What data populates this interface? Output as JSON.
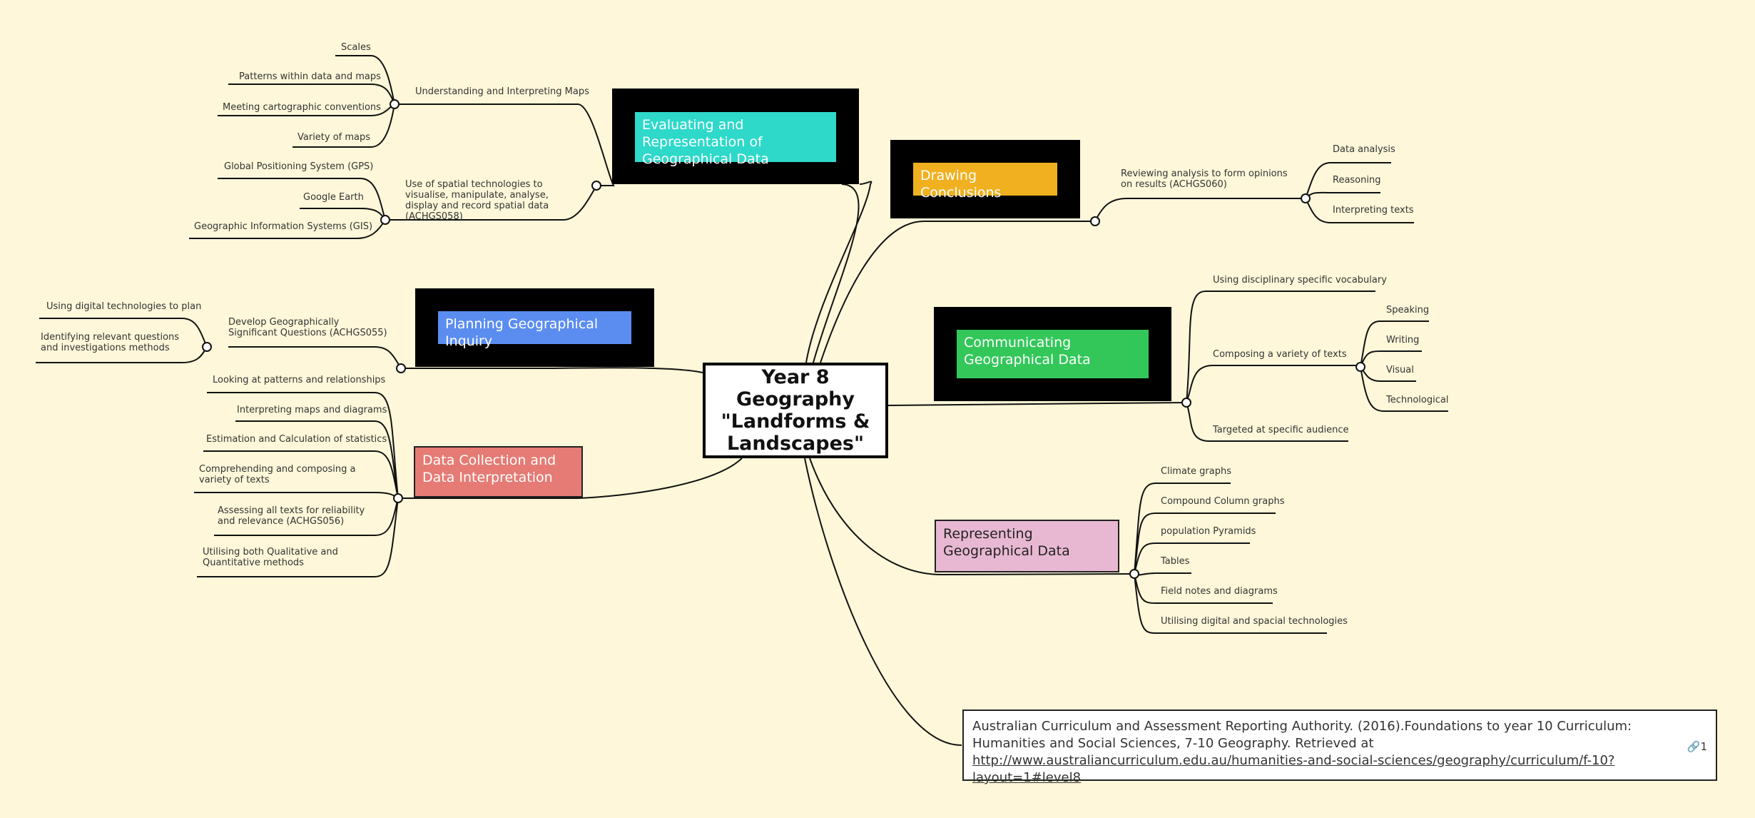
{
  "central": {
    "line1": "Year 8 Geography",
    "line2": "\"Landforms &",
    "line3": "Landscapes\""
  },
  "branches": {
    "evaluating": {
      "title": "Evaluating and Representation of Geographical Data",
      "color": "#2ed9c9",
      "subs": [
        {
          "label": "Understanding and Interpreting Maps",
          "items": [
            "Scales",
            "Patterns within data and maps",
            "Meeting cartographic conventions",
            "Variety of maps"
          ]
        },
        {
          "label": "Use of spatial technologies to visualise, manipulate, analyse, display and record spatial data (ACHGS058)",
          "items": [
            "Global Positioning System (GPS)",
            "Google Earth",
            "Geographic Information Systems (GIS)"
          ]
        }
      ]
    },
    "planning": {
      "title": "Planning Geographical Inquiry",
      "color": "#5b8df0",
      "subs": [
        {
          "label": "Develop Geographically Significant Questions (ACHGS055)",
          "items": [
            "Using digital technologies to plan",
            "Identifying relevant questions and investigations methods"
          ]
        }
      ]
    },
    "collection": {
      "title": "Data Collection and Data Interpretation",
      "color": "#e57b74",
      "items": [
        "Looking at patterns and relationships",
        "Interpreting maps and diagrams",
        "Estimation and Calculation of statistics",
        "Comprehending and composing a variety of texts",
        "Assessing all texts for reliability and relevance (ACHGS056)",
        "Utilising both Qualitative and Quantitative methods"
      ]
    },
    "drawing": {
      "title": "Drawing Conclusions",
      "color": "#f0b020",
      "subs": [
        {
          "label": "Reviewing analysis to form opinions on results (ACHGS060)",
          "items": [
            "Data analysis",
            "Reasoning",
            "Interpreting texts"
          ]
        }
      ]
    },
    "communicating": {
      "title": "Communicating Geographical Data",
      "color": "#33c75a",
      "subs": [
        {
          "label": "Using disciplinary specific vocabulary"
        },
        {
          "label": "Composing a variety of texts",
          "items": [
            "Speaking",
            "Writing",
            "Visual",
            "Technological"
          ]
        },
        {
          "label": "Targeted at specific audience"
        }
      ]
    },
    "representing": {
      "title": "Representing Geographical Data",
      "color": "#e8b8d2",
      "items": [
        "Climate graphs",
        "Compound Column graphs",
        "population Pyramids",
        "Tables",
        "Field notes and diagrams",
        "Utilising digital and spacial technologies"
      ]
    }
  },
  "reference": {
    "text": "Australian Curriculum and Assessment Reporting Authority. (2016).Foundations to year 10 Curriculum: Humanities and Social Sciences, 7-10 Geography. Retrieved at",
    "url": "http://www.australiancurriculum.edu.au/humanities-and-social-sciences/geography/curriculum/f-10?layout=1#level8",
    "link_count": "1"
  }
}
